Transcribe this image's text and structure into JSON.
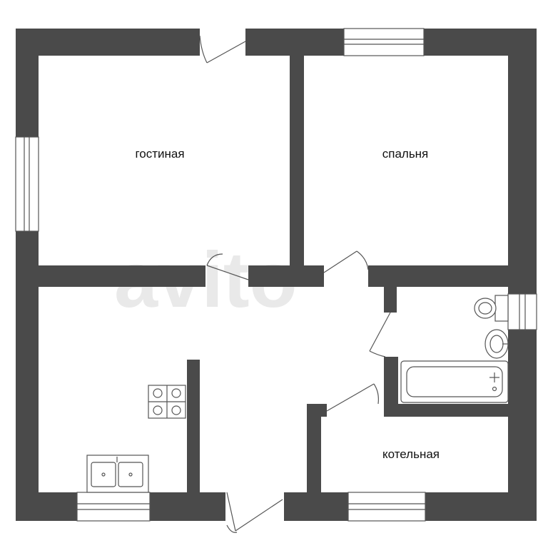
{
  "colors": {
    "wall": "#4a4a4a",
    "line": "#555555",
    "background": "#ffffff",
    "watermark": "#e9e9e9"
  },
  "watermark": {
    "text": "avito"
  },
  "rooms": {
    "living_room": "гостиная",
    "bedroom": "спальня",
    "boiler_room": "котельная"
  }
}
